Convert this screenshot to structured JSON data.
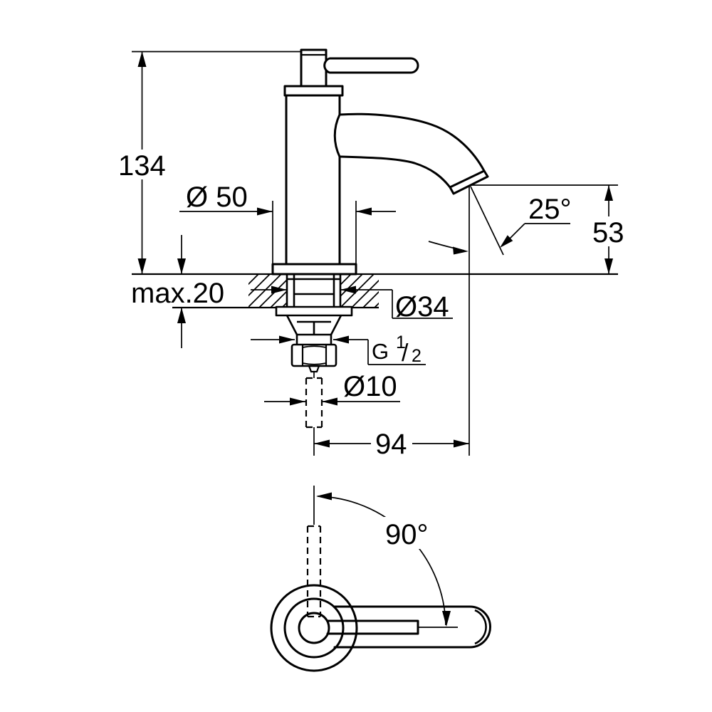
{
  "drawing": {
    "colors": {
      "line": "#000000",
      "background": "#ffffff"
    },
    "labels": {
      "total_height": "134",
      "base_diameter": "Ø 50",
      "max_deck_thickness": "max.20",
      "shank_diameter": "Ø34",
      "thread_letter": "G",
      "thread_numerator": "1",
      "thread_slash": "/",
      "thread_denominator": "2",
      "inlet_diameter": "Ø10",
      "spout_reach": "94",
      "outlet_height": "53",
      "spout_angle": "25°",
      "handle_swivel_angle": "90°"
    }
  }
}
